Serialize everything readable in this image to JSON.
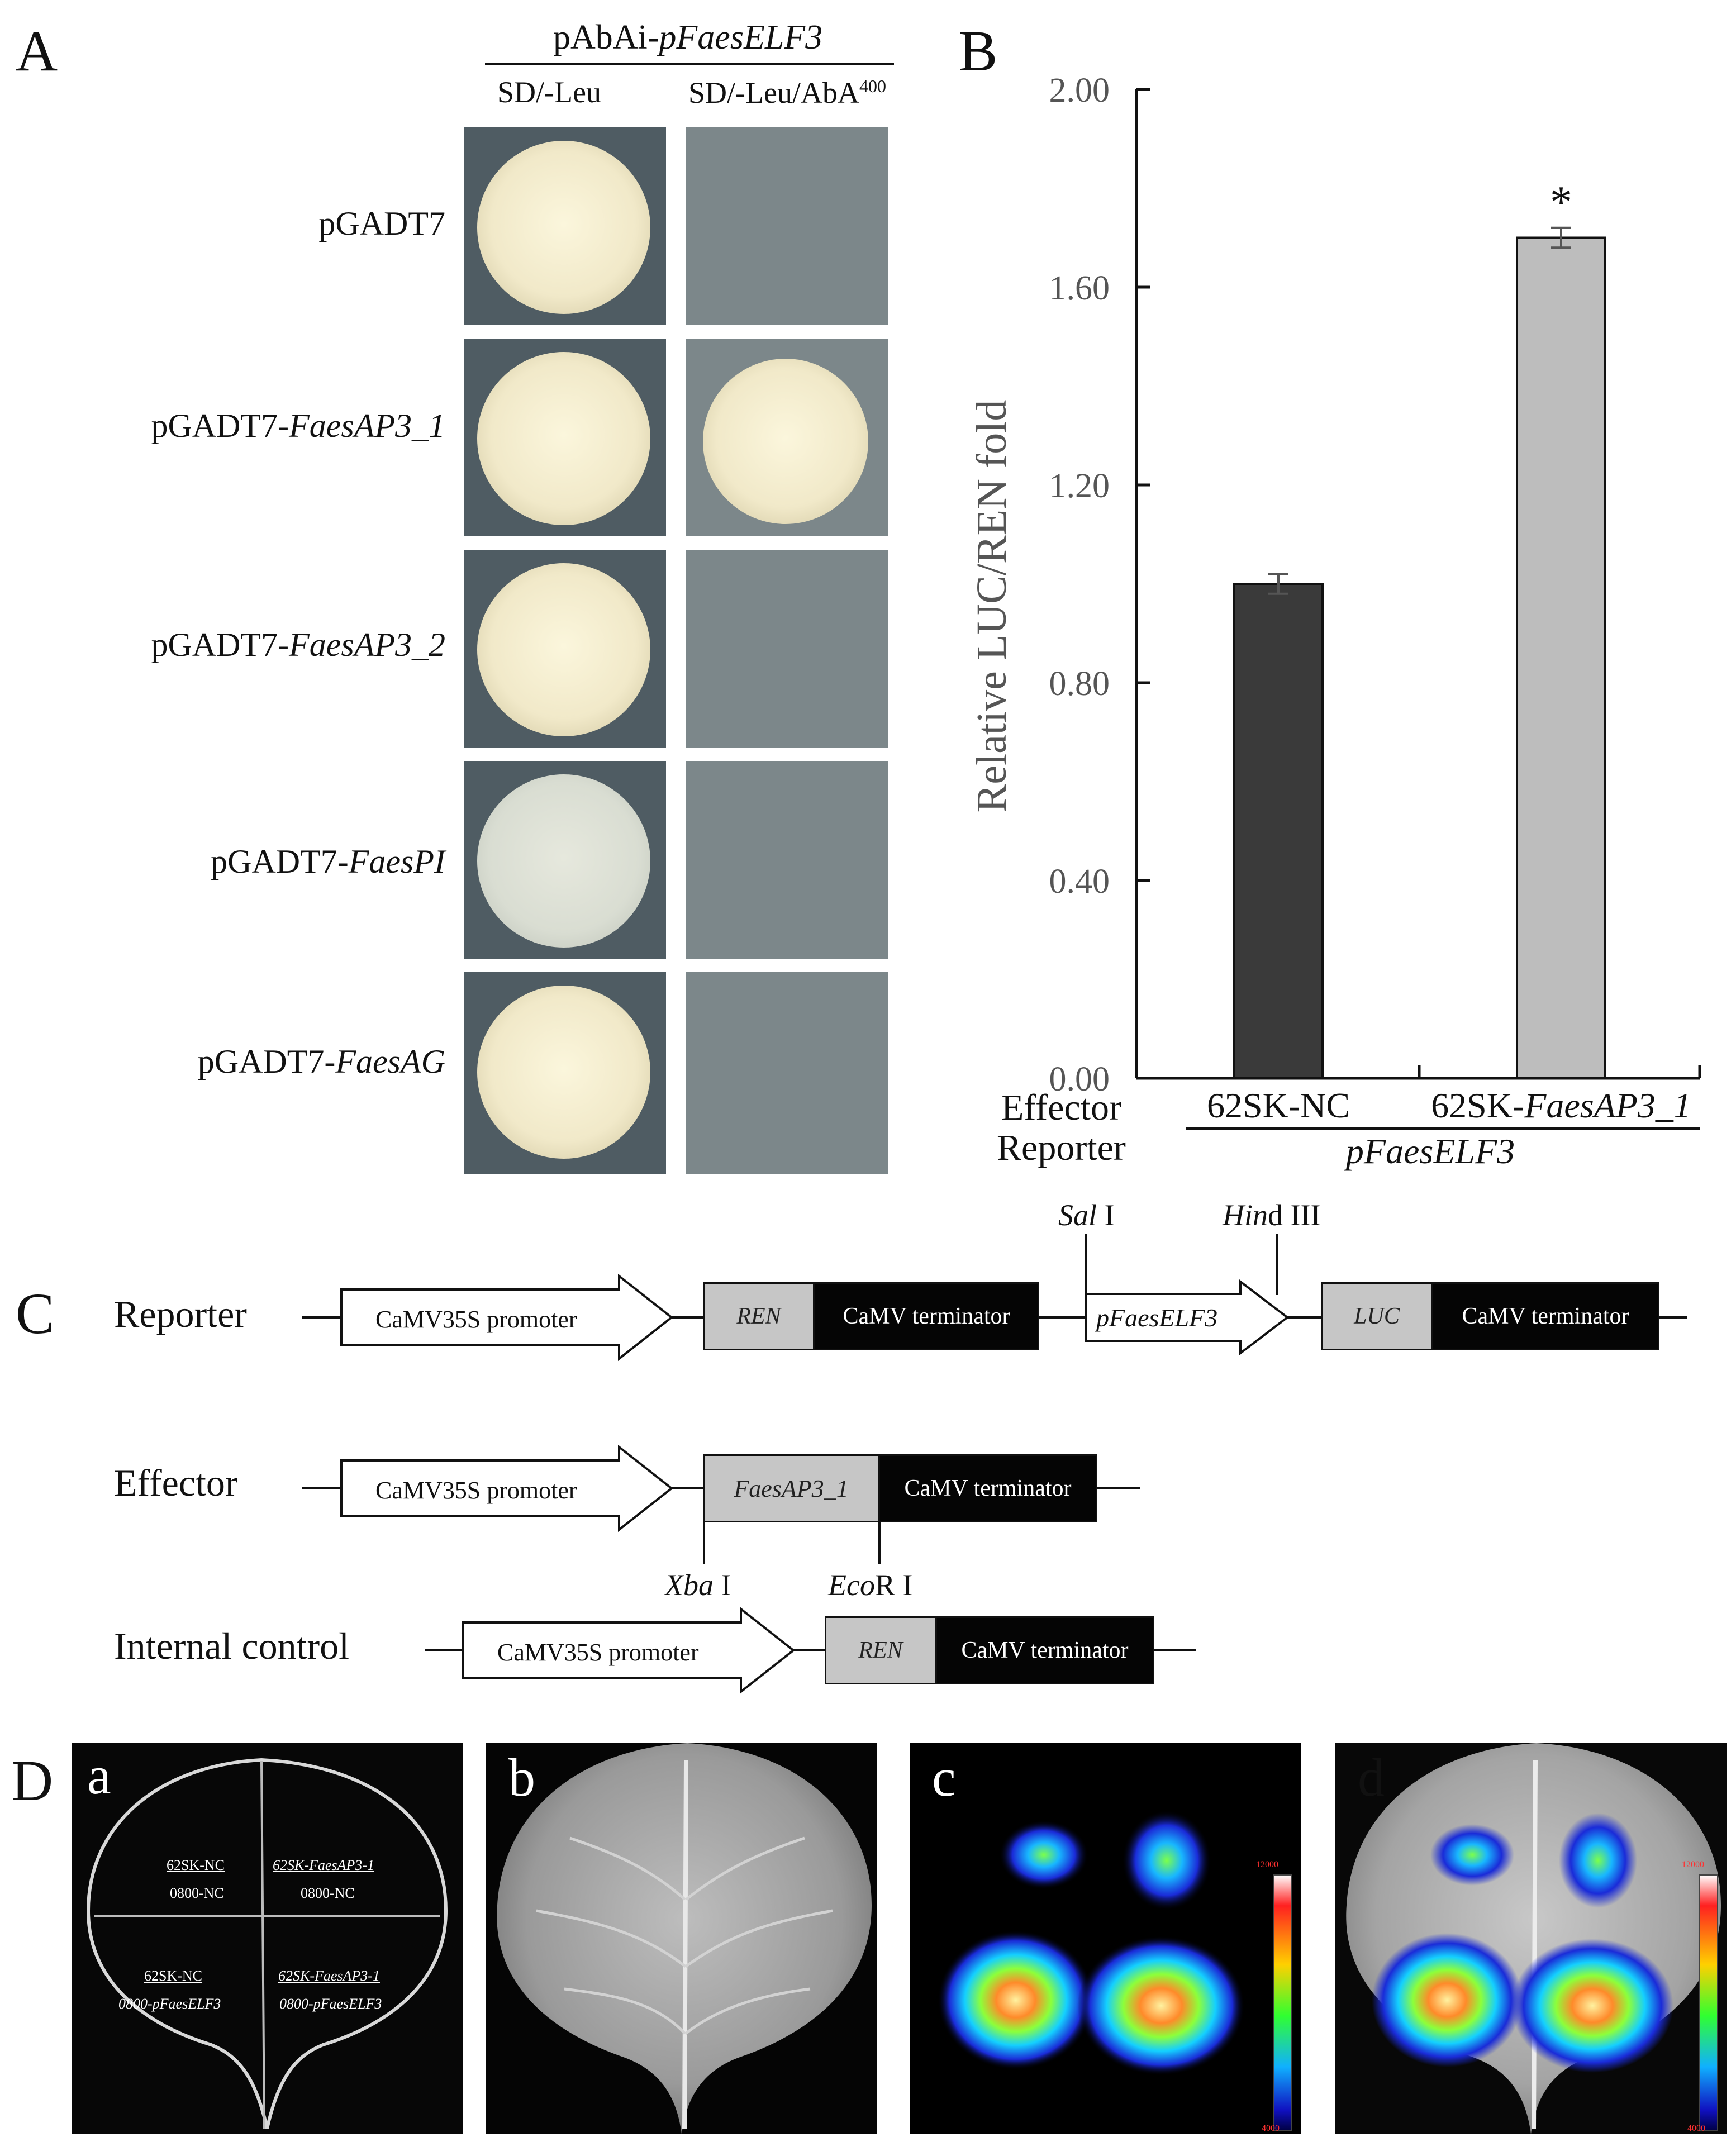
{
  "panel_letters": {
    "a": "A",
    "b": "B",
    "c": "C",
    "d": "D"
  },
  "panel_a": {
    "header": {
      "prefix": "pAbAi-",
      "gene": "pFaesELF3"
    },
    "columns": {
      "left": "SD/-Leu",
      "right_base": "SD/-Leu/AbA",
      "right_sup": "400"
    },
    "rows": [
      {
        "prefix": "pGADT7",
        "gene": "",
        "left_growth": "colony",
        "right_growth": "none"
      },
      {
        "prefix": "pGADT7-",
        "gene": "FaesAP3_1",
        "left_growth": "colony",
        "right_growth": "colony"
      },
      {
        "prefix": "pGADT7-",
        "gene": "FaesAP3_2",
        "left_growth": "colony",
        "right_growth": "none"
      },
      {
        "prefix": "pGADT7-",
        "gene": "FaesPI",
        "left_growth": "colony",
        "right_growth": "none"
      },
      {
        "prefix": "pGADT7-",
        "gene": "FaesAG",
        "left_growth": "colony",
        "right_growth": "none"
      }
    ],
    "colors": {
      "left_plate": "#4f5c63",
      "right_plate": "#7c878a",
      "colony": "#f1e9c9"
    }
  },
  "chart_data": {
    "type": "bar",
    "title": "",
    "ylabel": "Relative LUC/REN fold",
    "ylim": [
      0,
      2
    ],
    "yticks": [
      "0.00",
      "0.40",
      "0.80",
      "1.20",
      "1.60",
      "2.00"
    ],
    "categories": [
      "62SK-NC",
      "62SK-FaesAP3_1"
    ],
    "category_parts": [
      {
        "prefix": "62SK-NC",
        "gene": ""
      },
      {
        "prefix": "62SK-",
        "gene": "FaesAP3_1"
      }
    ],
    "values": [
      1.0,
      1.7
    ],
    "errors": [
      0.02,
      0.02
    ],
    "bar_colors": [
      "#3a3a3a",
      "#bdbdbd"
    ],
    "significance": [
      "",
      "*"
    ],
    "row_labels": {
      "effector": "Effector",
      "reporter": "Reporter"
    },
    "reporter_value": "pFaesELF3"
  },
  "panel_c": {
    "reporter": {
      "label": "Reporter",
      "promoter": "CaMV35S promoter",
      "ren": "REN",
      "terminator1": "CaMV terminator",
      "insert": "pFaesELF3",
      "luc": "LUC",
      "terminator2": "CaMV terminator",
      "site1": {
        "it": "Sal",
        "rest": " I"
      },
      "site2": {
        "it": "Hin",
        "rest": "d III"
      }
    },
    "effector": {
      "label": "Effector",
      "promoter": "CaMV35S promoter",
      "gene": "FaesAP3_1",
      "terminator": "CaMV terminator",
      "site1": {
        "it": "Xba",
        "rest": " I"
      },
      "site2": {
        "it": "Eco",
        "rest": "R I"
      }
    },
    "internal": {
      "label": "Internal control",
      "promoter": "CaMV35S promoter",
      "ren": "REN",
      "terminator": "CaMV terminator"
    }
  },
  "panel_d": {
    "sub_letters": [
      "a",
      "b",
      "c",
      "d"
    ],
    "quadrants": {
      "tl": {
        "line1": "62SK-NC",
        "line2": "0800-NC"
      },
      "tr": {
        "line1": "62SK-FaesAP3-1",
        "line2": "0800-NC"
      },
      "bl": {
        "line1": "62SK-NC",
        "line2": "0800-pFaesELF3"
      },
      "br": {
        "line1": "62SK-FaesAP3-1",
        "line2": "0800-pFaesELF3"
      }
    },
    "scale_max": "12000",
    "scale_min": "4000"
  }
}
